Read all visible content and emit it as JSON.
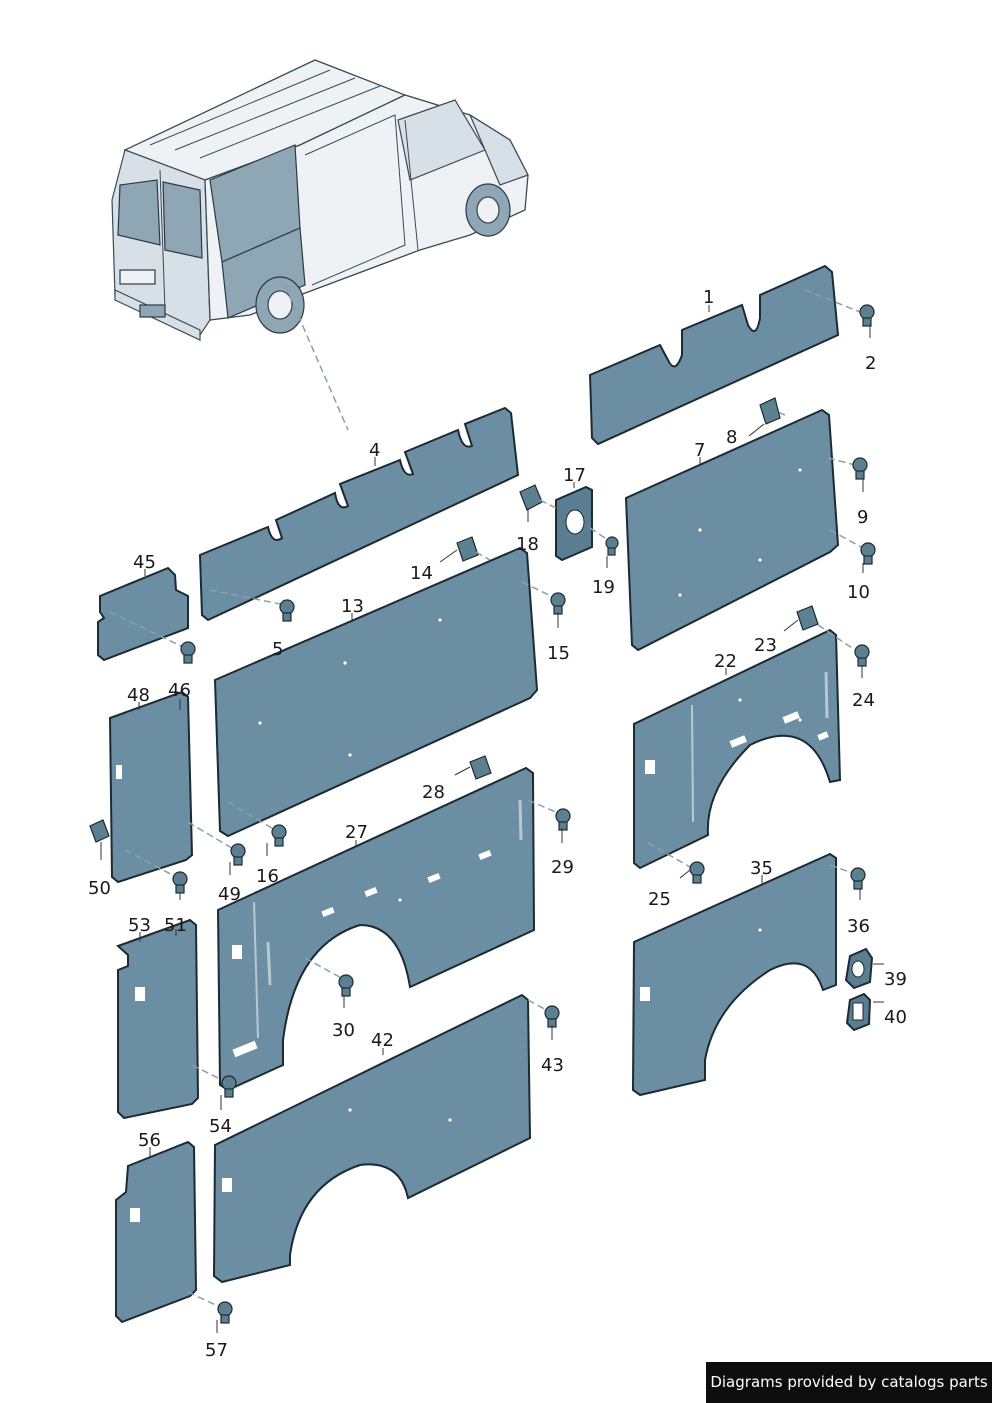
{
  "callouts": [
    "1",
    "2",
    "4",
    "5",
    "7",
    "8",
    "9",
    "10",
    "13",
    "14",
    "15",
    "16",
    "17",
    "18",
    "19",
    "22",
    "23",
    "24",
    "25",
    "27",
    "28",
    "29",
    "30",
    "35",
    "36",
    "39",
    "40",
    "42",
    "43",
    "45",
    "46",
    "48",
    "49",
    "50",
    "51",
    "53",
    "54",
    "56",
    "57"
  ],
  "watermark": "Diagrams provided by catalogs parts",
  "colors": {
    "panel": "#6b8ea3",
    "outline": "#1c2a33",
    "background": "#ffffff"
  }
}
